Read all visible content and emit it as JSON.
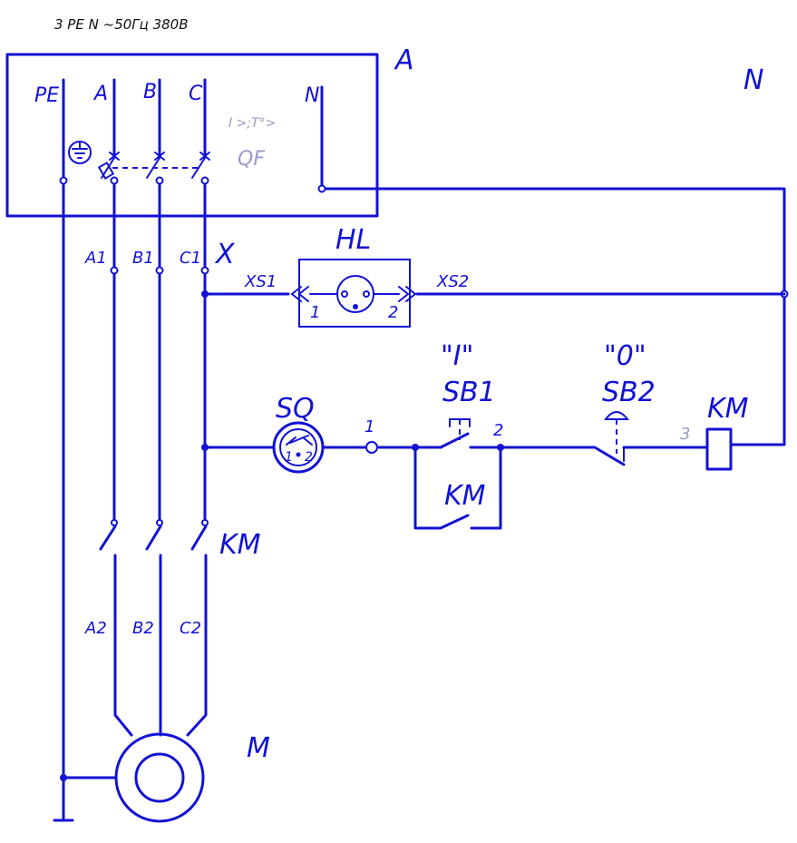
{
  "supply_label": "3 PE N ~50Гц 380В",
  "colors": {
    "wire": "#1212d4",
    "header_text": "#111111",
    "background": "#ffffff"
  },
  "blocks": {
    "panel": "A",
    "breaker": "QF",
    "breaker_protection": "I >;T°>",
    "neutral_bus": "N",
    "terminal_block": "X",
    "lamp": "HL",
    "limit_switch": "SQ",
    "start_button": "SB1",
    "start_button_mark": "\"I\"",
    "stop_button": "SB2",
    "stop_button_mark": "\"0\"",
    "coil": "KM",
    "hold_contact": "KM",
    "power_contacts": "KM",
    "motor": "M"
  },
  "panel_terminals": [
    "PE",
    "A",
    "B",
    "C",
    "N"
  ],
  "phase_out_labels": [
    "A1",
    "B1",
    "C1"
  ],
  "motor_phase_labels": [
    "A2",
    "B2",
    "C2"
  ],
  "sockets": [
    "XS1",
    "XS2"
  ],
  "lamp_pins": [
    "1",
    "2"
  ],
  "limit_switch_pins": [
    "1",
    "2"
  ],
  "nodes": [
    "1",
    "2",
    "3"
  ]
}
